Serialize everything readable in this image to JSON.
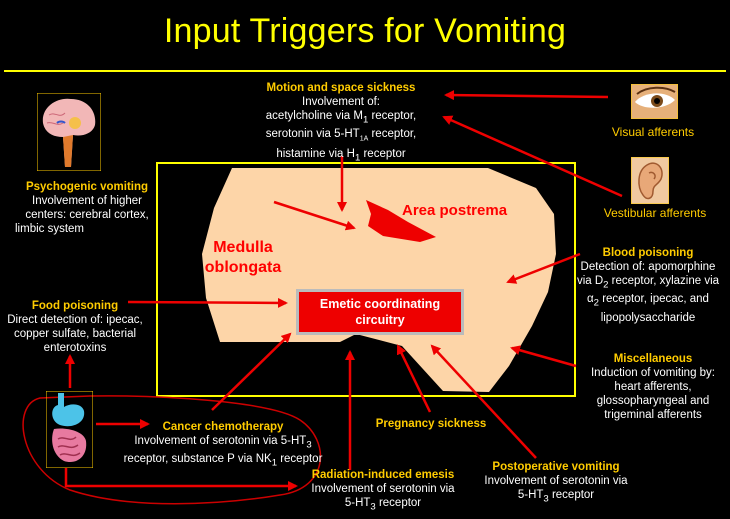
{
  "title": "Input Triggers for Vomiting",
  "regions": {
    "area_postrema": "Area postrema",
    "medulla_line1": "Medulla",
    "medulla_line2": "oblongata",
    "emetic_line1": "Emetic coordinating",
    "emetic_line2": "circuitry"
  },
  "labels": {
    "motion": {
      "heading": "Motion and space sickness",
      "line1": "Involvement of:",
      "line2_pre": "acetylcholine via M",
      "line2_sub": "1",
      "line2_post": " receptor,",
      "line3_pre": "serotonin via 5-HT",
      "line3_sub": "1A",
      "line3_post": " receptor,",
      "line4_pre": "histamine via H",
      "line4_sub": "1",
      "line4_post": " receptor"
    },
    "visual": "Visual afferents",
    "vestibular": "Vestibular afferents",
    "psychogenic": {
      "heading": "Psychogenic vomiting",
      "line1": "Involvement of higher",
      "line2": "centers: cerebral cortex,",
      "line3": "limbic system"
    },
    "blood": {
      "heading": "Blood poisoning",
      "line1": "Detection of: apomorphine",
      "line2_pre": "via D",
      "line2_sub": "2",
      "line2_post": " receptor, xylazine via",
      "line3_greek": "α",
      "line3_sub": "2",
      "line3_post": " receptor, ipecac, and",
      "line4": "lipopolysaccharide"
    },
    "food": {
      "heading": "Food poisoning",
      "line1": "Direct detection of: ipecac,",
      "line2": "copper sulfate, bacterial",
      "line3": "enterotoxins"
    },
    "misc": {
      "heading": "Miscellaneous",
      "line1": "Induction of vomiting by:",
      "line2": "heart afferents,",
      "line3": "glossopharyngeal and",
      "line4": "trigeminal afferents"
    },
    "cancer": {
      "heading": "Cancer chemotherapy",
      "line1_pre": "Involvement of serotonin via 5-HT",
      "line1_sub": "3",
      "line2_pre": "receptor, substance P via NK",
      "line2_sub": "1",
      "line2_post": " receptor"
    },
    "pregnancy": "Pregnancy sickness",
    "radiation": {
      "heading": "Radiation-induced emesis",
      "line1": "Involvement of serotonin via",
      "line2_pre": "5-HT",
      "line2_sub": "3",
      "line2_post": " receptor"
    },
    "postop": {
      "heading": "Postoperative vomiting",
      "line1": "Involvement of serotonin via",
      "line2_pre": "5-HT",
      "line2_sub": "3",
      "line2_post": " receptor"
    }
  },
  "colors": {
    "background": "#000000",
    "title": "#ffff00",
    "heading": "#ffcc00",
    "arrow": "#ee0000",
    "medulla_fill": "#fdd5a8",
    "area_postrema": "#ee0000",
    "frame": "#ffff00"
  },
  "icons": [
    "brain-icon",
    "eye-icon",
    "ear-icon",
    "gut-icon"
  ]
}
